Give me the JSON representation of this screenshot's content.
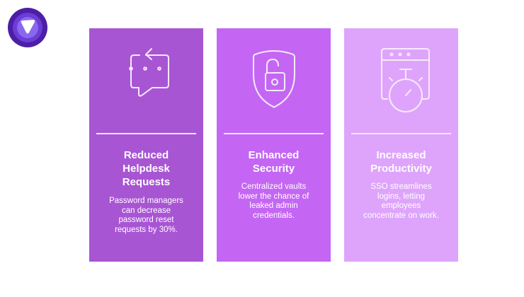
{
  "brand": {
    "logo_icon": "purple-circle-triangle-logo"
  },
  "colors": {
    "card1": "#a855d4",
    "card2": "#c466f3",
    "card3": "#dea4fb",
    "logo_outer": "#4c1fa6",
    "logo_mid": "#6a3ed6",
    "logo_inner": "#8b67f0"
  },
  "cards": [
    {
      "icon": "chat-bubble-return-icon",
      "title": "Reduced Helpdesk Requests",
      "title_lines": [
        "Reduced",
        "Helpdesk",
        "Requests"
      ],
      "description_lines": [
        "Password managers",
        "can decrease",
        "password reset",
        "requests by 30%."
      ]
    },
    {
      "icon": "shield-unlocked-padlock-icon",
      "title": "Enhanced Security",
      "title_lines": [
        "Enhanced",
        "Security"
      ],
      "description_lines": [
        "Centralized vaults",
        "lower the chance of",
        "leaked admin",
        "credentials."
      ]
    },
    {
      "icon": "browser-stopwatch-icon",
      "title": "Increased Productivity",
      "title_lines": [
        "Increased",
        "Productivity"
      ],
      "description_lines": [
        "SSO streamlines",
        "logins, letting",
        "employees",
        "concentrate on work."
      ]
    }
  ]
}
